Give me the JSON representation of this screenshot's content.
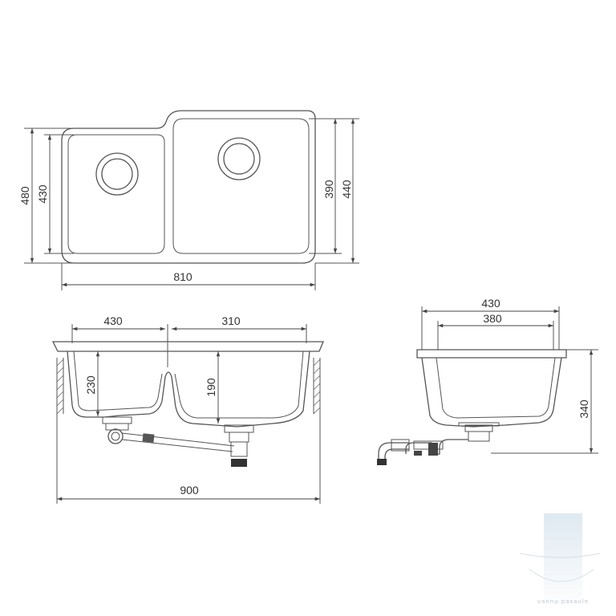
{
  "top_view": {
    "dims": {
      "overall_height": "480",
      "inner_height": "430",
      "right_bowl_height": "390",
      "right_outer_height": "440",
      "overall_width": "810"
    }
  },
  "front_view": {
    "dims": {
      "left_bowl_width": "430",
      "right_bowl_width": "310",
      "left_bowl_depth": "230",
      "right_bowl_depth": "190",
      "cabinet_width": "900"
    }
  },
  "side_view": {
    "dims": {
      "outer_width": "430",
      "inner_width": "380",
      "total_depth": "340"
    }
  },
  "colors": {
    "line": "#555555",
    "text": "#333333",
    "background": "#ffffff",
    "watermark": "#b9c3cc"
  },
  "watermark": {
    "text": "vannu pasaule"
  }
}
